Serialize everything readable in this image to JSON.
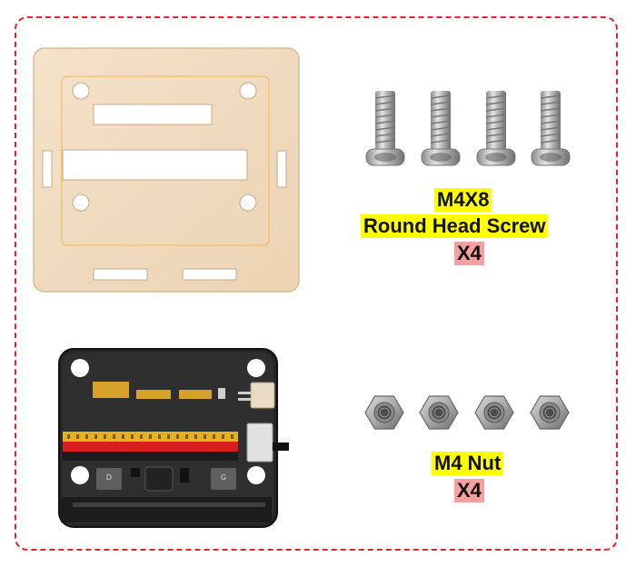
{
  "screw": {
    "size_label": "M4X8",
    "type_label": "Round Head Screw",
    "qty_label": "X4",
    "count": 4
  },
  "nut": {
    "size_label": "M4 Nut",
    "qty_label": "X4",
    "count": 4
  },
  "colors": {
    "border": "#e8202a",
    "highlight_yellow": "#ffff00",
    "highlight_red": "#f4a0a0",
    "wood": "#f1dcc1"
  }
}
